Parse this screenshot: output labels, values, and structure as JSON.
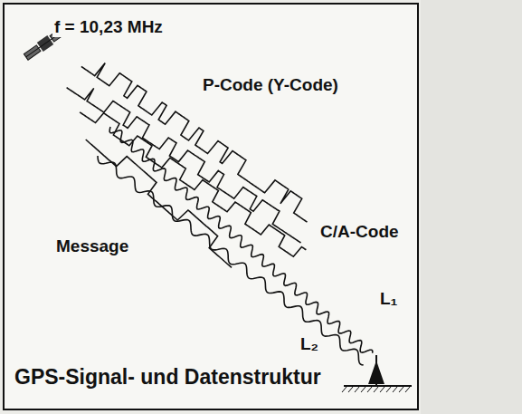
{
  "diagram": {
    "caption": "GPS-Signal- und Datenstruktur",
    "labels": [
      "f = 10,23 MHz",
      "P-Code (Y-Code)",
      "Message",
      "C/A-Code",
      "L₁",
      "L₂"
    ]
  }
}
